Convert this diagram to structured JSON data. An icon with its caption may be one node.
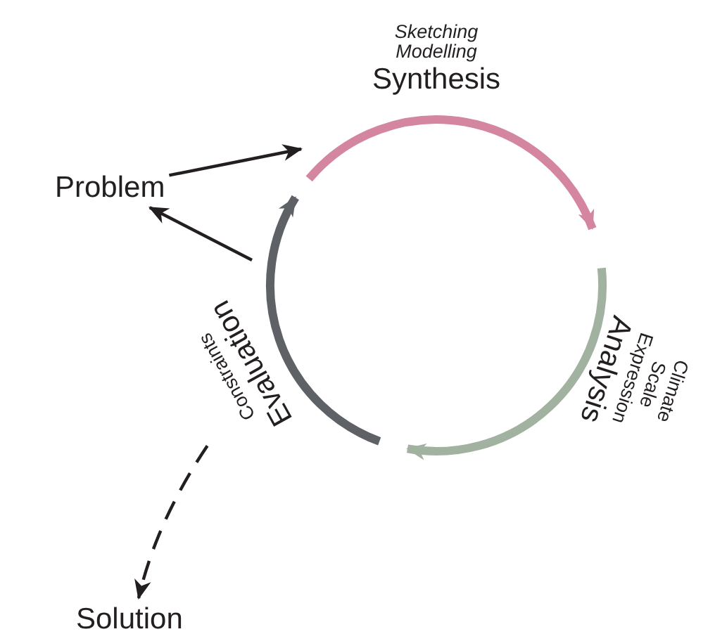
{
  "diagram": {
    "nodes": [
      {
        "text": [
          "Sketching",
          "Modelling",
          "Synthesis"
        ]
      },
      {
        "text": [
          "Climate",
          "Scale",
          "Expression",
          "Analysis"
        ]
      },
      {
        "text": [
          "Constraints",
          "Evaluation"
        ]
      },
      {
        "text": [
          "Problem"
        ]
      },
      {
        "text": [
          "Solution"
        ]
      }
    ],
    "edges": [
      {
        "from": 3,
        "to": null,
        "arrow": "to"
      },
      {
        "from": null,
        "to": 3,
        "arrow": "to"
      },
      {
        "from": 2,
        "to": 4,
        "arrow": "to",
        "style": "dashed"
      }
    ]
  }
}
